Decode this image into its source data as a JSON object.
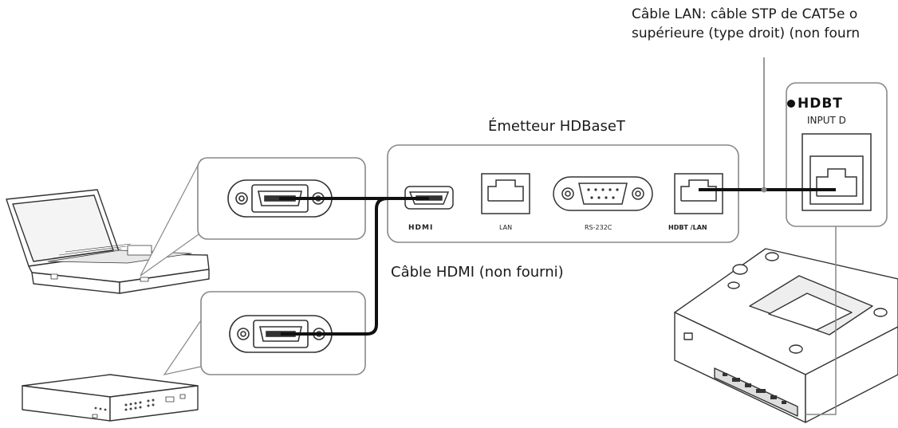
{
  "captions": {
    "lan_cable_line1": "Câble LAN: câble STP de CAT5e o",
    "lan_cable_line2": "supérieure (type droit) (non fourn",
    "transmitter_title": "Émetteur HDBaseT",
    "hdmi_cable": "Câble HDMI (non fourni)"
  },
  "transmitter_ports": {
    "hdmi": "HDMI",
    "lan": "LAN",
    "rs232c": "RS-232C",
    "hdbt_lan": "HDBT /LAN"
  },
  "projector_panel": {
    "brand": "HDBT",
    "input": "INPUT D"
  }
}
